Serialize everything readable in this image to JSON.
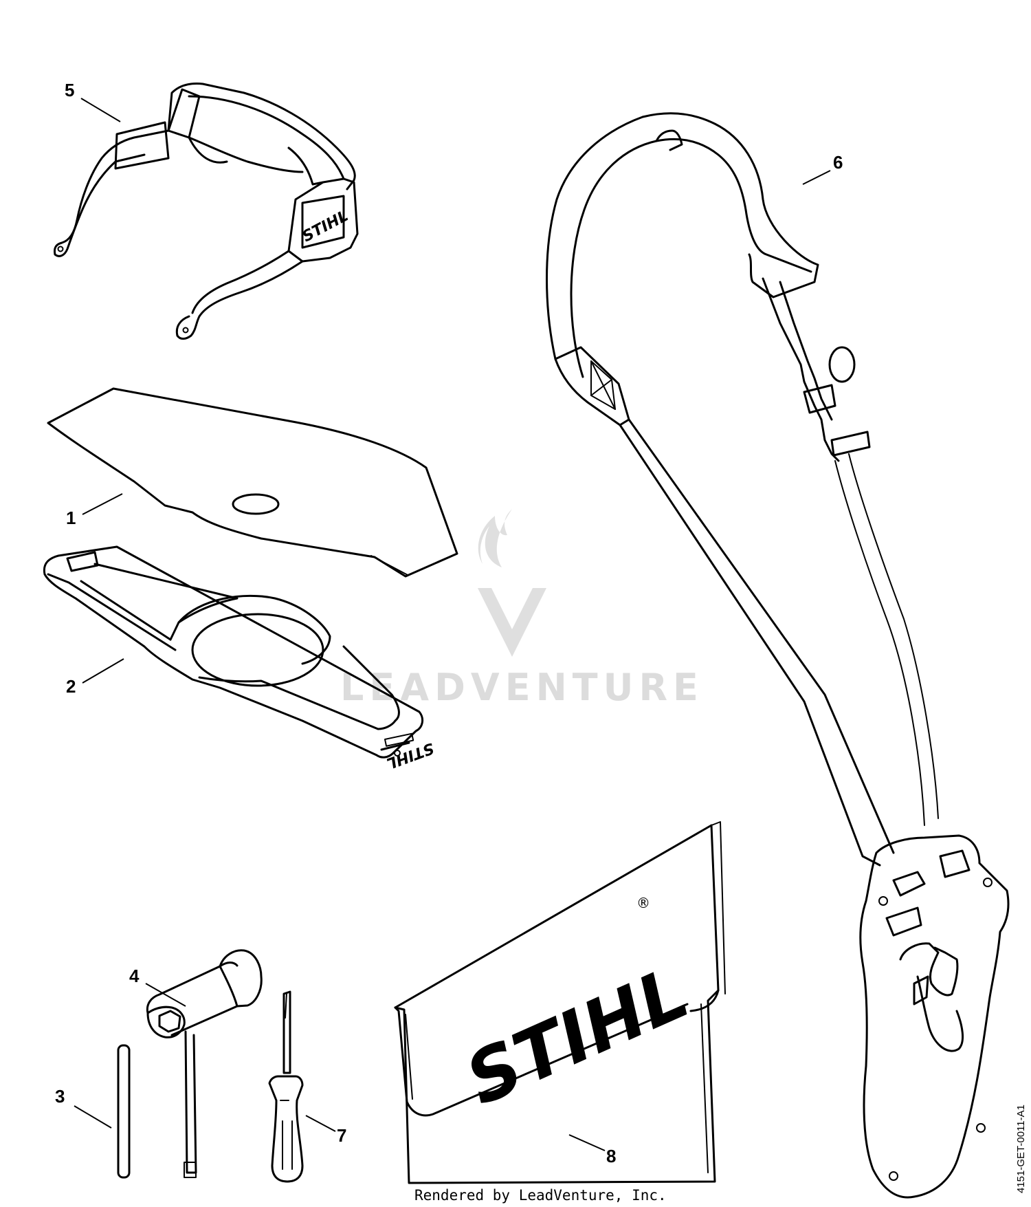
{
  "callouts": [
    {
      "id": "1",
      "label": "1",
      "part": "blade"
    },
    {
      "id": "2",
      "label": "2",
      "part": "blade-guard"
    },
    {
      "id": "3",
      "label": "3",
      "part": "pin"
    },
    {
      "id": "4",
      "label": "4",
      "part": "combination-wrench"
    },
    {
      "id": "5",
      "label": "5",
      "part": "safety-glasses"
    },
    {
      "id": "6",
      "label": "6",
      "part": "harness"
    },
    {
      "id": "7",
      "label": "7",
      "part": "screwdriver"
    },
    {
      "id": "8",
      "label": "8",
      "part": "tool-pouch"
    }
  ],
  "logos": {
    "pouch": "STIHL",
    "pouch_registered": "®",
    "glasses": "STIHL",
    "guard": "STIHL"
  },
  "watermark": {
    "text": "LEADVENTURE",
    "icon": "flame-v-icon"
  },
  "footer": {
    "rendered_by": "Rendered by LeadVenture, Inc."
  },
  "document_id": "4151-GET-0011-A1",
  "colors": {
    "line": "#000000",
    "background": "#ffffff",
    "watermark": "#d9d9d9"
  }
}
